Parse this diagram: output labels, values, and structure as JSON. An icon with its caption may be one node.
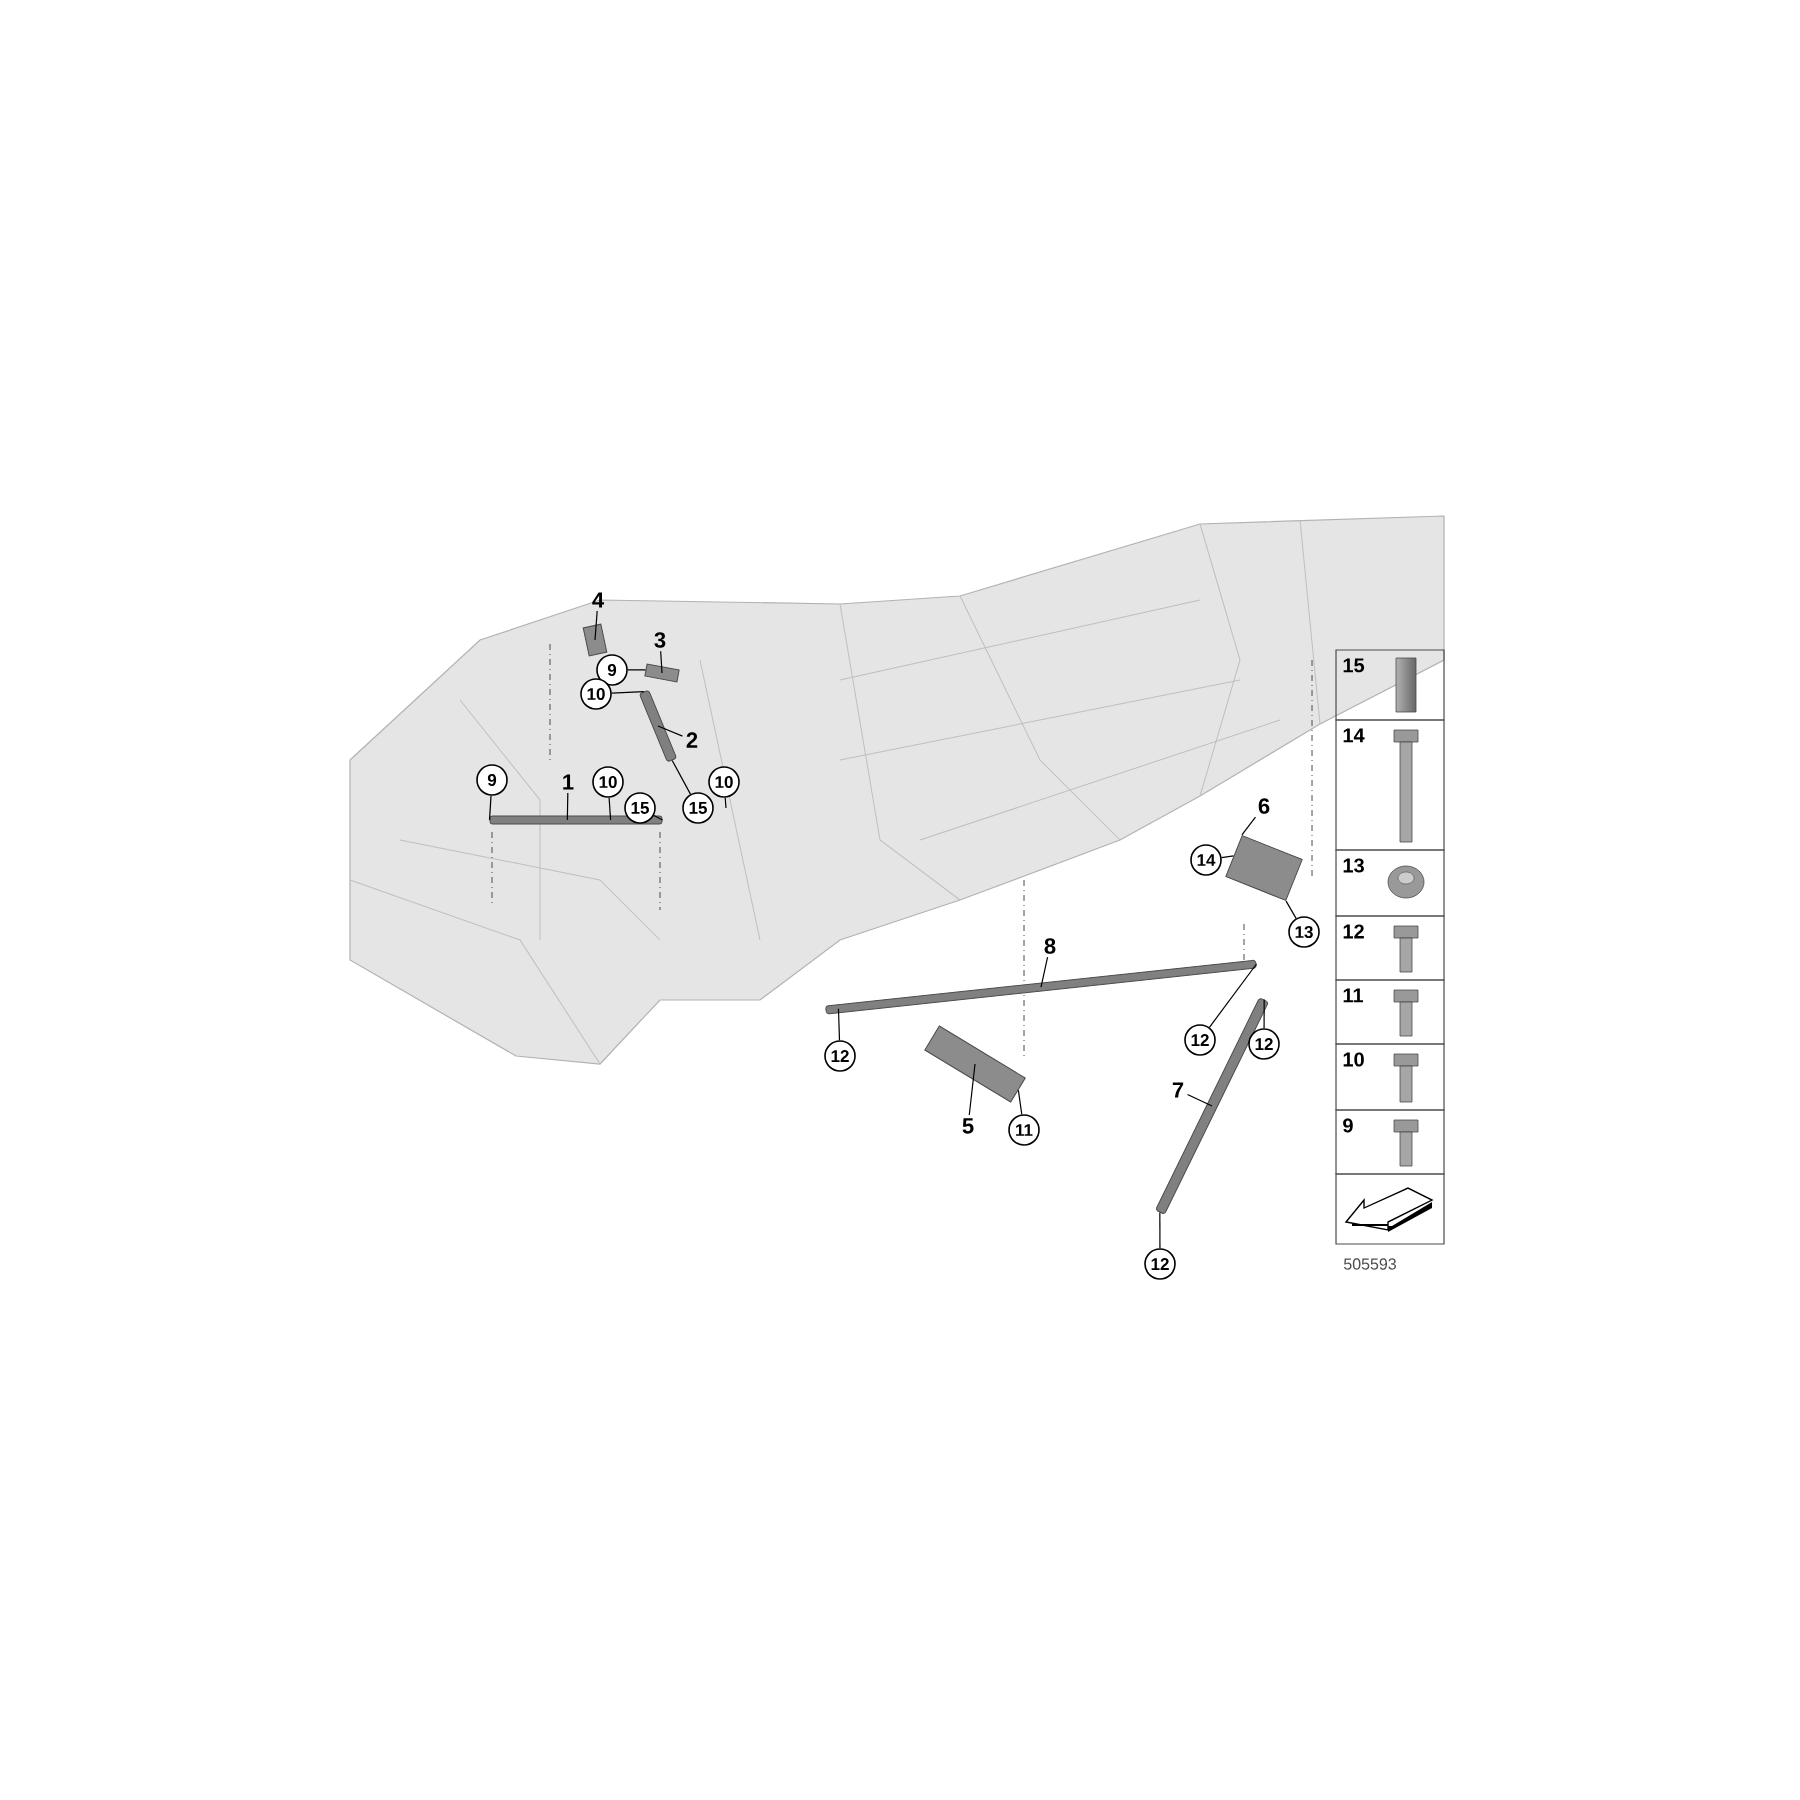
{
  "diagram": {
    "nodes": [
      {
        "text": [
          "4"
        ]
      },
      {
        "text": [
          "3"
        ]
      },
      {
        "text": [
          "9"
        ]
      },
      {
        "text": [
          "10"
        ]
      },
      {
        "text": [
          "2"
        ]
      },
      {
        "text": [
          "9"
        ]
      },
      {
        "text": [
          "1"
        ]
      },
      {
        "text": [
          "10"
        ]
      },
      {
        "text": [
          "15"
        ]
      },
      {
        "text": [
          "10"
        ]
      },
      {
        "text": [
          "15"
        ]
      },
      {
        "text": [
          "8"
        ]
      },
      {
        "text": [
          "6"
        ]
      },
      {
        "text": [
          "14"
        ]
      },
      {
        "text": [
          "13"
        ]
      },
      {
        "text": [
          "12"
        ]
      },
      {
        "text": [
          "12"
        ]
      },
      {
        "text": [
          "12"
        ]
      },
      {
        "text": [
          "7"
        ]
      },
      {
        "text": [
          "5"
        ]
      },
      {
        "text": [
          "11"
        ]
      },
      {
        "text": [
          "12"
        ]
      },
      {
        "text": [],
        "shape": "bar"
      },
      {
        "text": [],
        "shape": "bar"
      },
      {
        "text": [],
        "shape": "box"
      },
      {
        "text": [],
        "shape": "box"
      },
      {
        "text": [],
        "shape": "bar"
      },
      {
        "text": [],
        "shape": "box"
      },
      {
        "text": [],
        "shape": "bar"
      },
      {
        "text": [],
        "shape": "box"
      }
    ],
    "edges": [
      {
        "from": 0,
        "to": 24,
        "arrow": "none"
      },
      {
        "from": 1,
        "to": 25,
        "arrow": "none"
      },
      {
        "from": 2,
        "to": 25,
        "arrow": "none"
      },
      {
        "from": 3,
        "to": 23,
        "arrow": "none"
      },
      {
        "from": 4,
        "to": 23,
        "arrow": "none"
      },
      {
        "from": 5,
        "to": 22,
        "arrow": "none"
      },
      {
        "from": 6,
        "to": 22,
        "arrow": "none"
      },
      {
        "from": 7,
        "to": 22,
        "arrow": "none"
      },
      {
        "from": 8,
        "to": 22,
        "arrow": "none"
      },
      {
        "from": 9,
        "to": null,
        "arrow": "none"
      },
      {
        "from": 10,
        "to": 23,
        "arrow": "none"
      },
      {
        "from": 11,
        "to": 26,
        "arrow": "none"
      },
      {
        "from": 12,
        "to": 29,
        "arrow": "none"
      },
      {
        "from": 13,
        "to": 29,
        "arrow": "none"
      },
      {
        "from": 14,
        "to": 29,
        "arrow": "none"
      },
      {
        "from": 15,
        "to": 26,
        "arrow": "none"
      },
      {
        "from": 16,
        "to": 26,
        "arrow": "none"
      },
      {
        "from": 17,
        "to": 28,
        "arrow": "none"
      },
      {
        "from": 18,
        "to": 28,
        "arrow": "none"
      },
      {
        "from": 19,
        "to": 27,
        "arrow": "none"
      },
      {
        "from": 20,
        "to": 27,
        "arrow": "none"
      },
      {
        "from": 21,
        "to": 28,
        "arrow": "none"
      }
    ],
    "labels": [
      "15",
      "14",
      "13",
      "12",
      "11",
      "10",
      "9",
      "505593"
    ]
  }
}
